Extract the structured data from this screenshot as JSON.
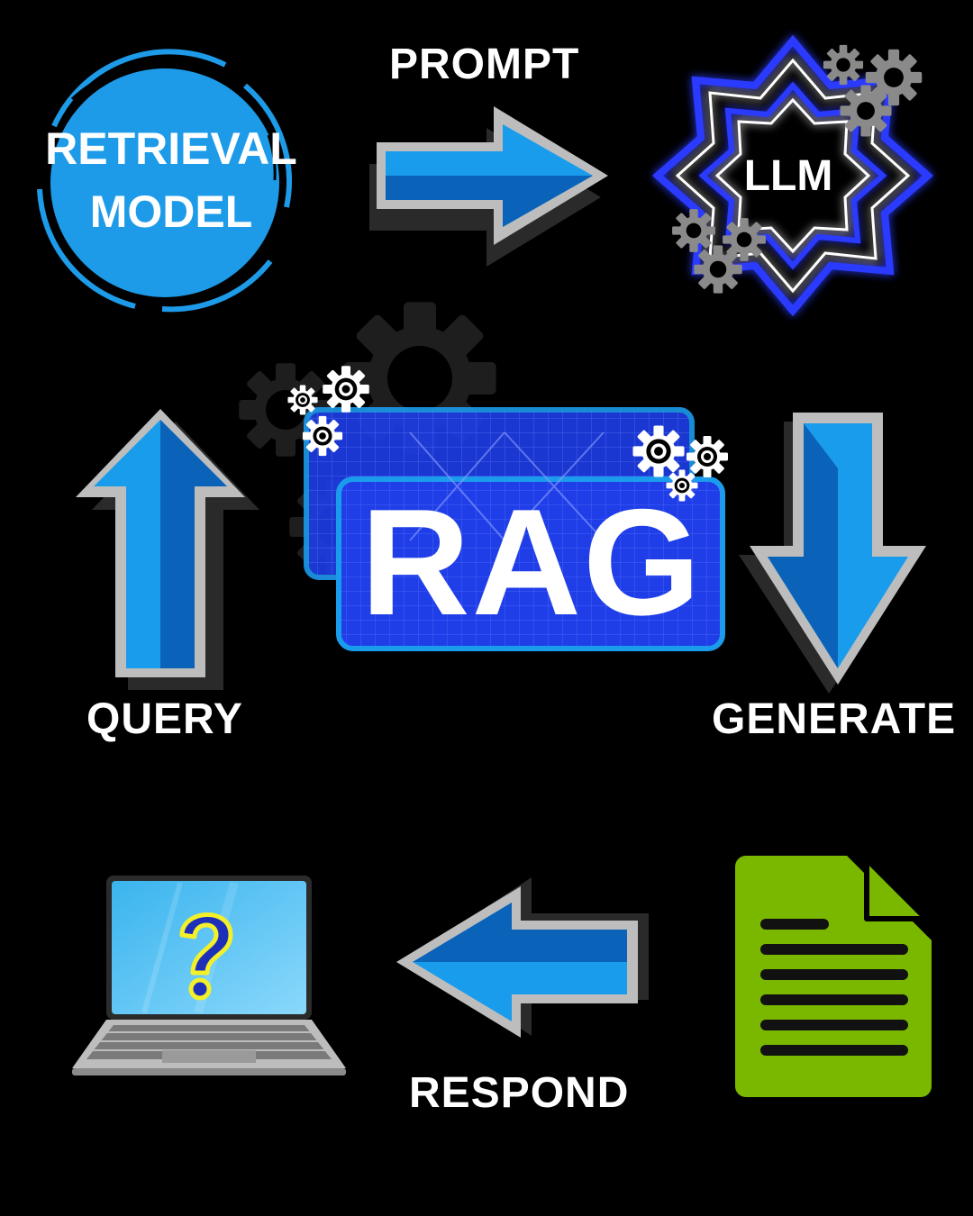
{
  "diagram": {
    "center": {
      "title": "RAG"
    },
    "nodes": {
      "retrieval_model": {
        "line1": "RETRIEVAL",
        "line2": "MODEL",
        "icon": "retrieval-circle-icon"
      },
      "llm": {
        "label": "LLM",
        "icon": "neon-star-icon"
      },
      "user_device": {
        "icon": "laptop-question-icon"
      },
      "document": {
        "icon": "document-icon"
      }
    },
    "edges": {
      "prompt": {
        "label": "PROMPT",
        "direction": "right"
      },
      "generate": {
        "label": "GENERATE",
        "direction": "down"
      },
      "respond": {
        "label": "RESPOND",
        "direction": "left"
      },
      "query": {
        "label": "QUERY",
        "direction": "up"
      }
    },
    "colors": {
      "background": "#000000",
      "arrow_light": "#1fa0ef",
      "arrow_dark": "#0a63b8",
      "rag_panel": "#1a3ae0",
      "neon": "#2d3cff",
      "document": "#7ab800",
      "laptop_screen": "#46c0f2"
    }
  }
}
